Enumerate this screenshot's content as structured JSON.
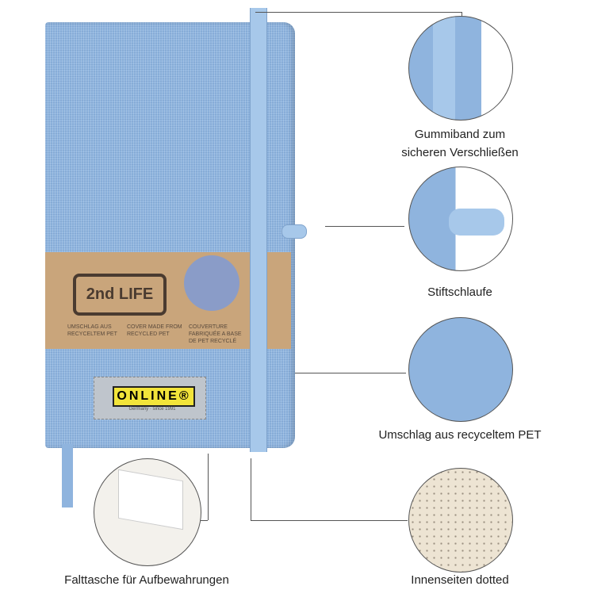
{
  "product": {
    "band_logo": "2nd LIFE",
    "band_texts": [
      "UMSCHLAG AUS RECYCELTEM PET",
      "COVER MADE FROM RECYCLED PET",
      "COUVERTURE FABRIQUÉE A BASE DE PET RECYCLÉ"
    ],
    "brand": "ONLINE®",
    "brand_sub": "Germany · since 1991"
  },
  "features": [
    {
      "label_line1": "Gummiband zum",
      "label_line2": "sicheren Verschließen"
    },
    {
      "label_line1": "Stiftschlaufe"
    },
    {
      "label_line1": "Umschlag aus recyceltem PET"
    },
    {
      "label_line1": "Innenseiten dotted"
    },
    {
      "label_line1": "Falttasche für Aufbewahrungen"
    }
  ],
  "colors": {
    "cover": "#8fb4de",
    "band": "#c9a57b",
    "elastic": "#a7c8ea"
  }
}
